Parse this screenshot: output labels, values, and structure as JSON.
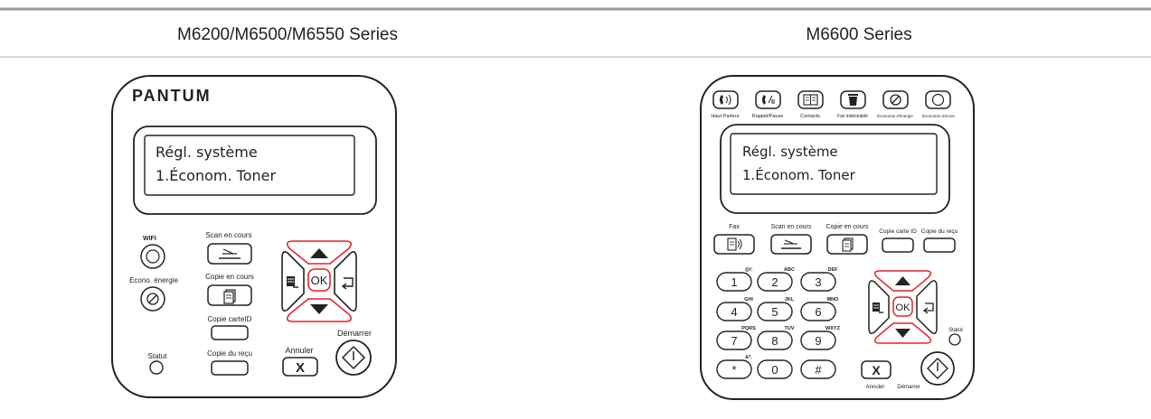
{
  "columns": [
    {
      "title": "M6200/M6500/M6550 Series"
    },
    {
      "title": "M6600 Series"
    }
  ],
  "left_panel": {
    "logo": "PANTUM",
    "lcd": {
      "line1": "Régl. système",
      "line2": "1.Économ. Toner"
    },
    "labels": {
      "wifi": "WIFI",
      "scan": "Scan en cours",
      "econo": "Econo. énergie",
      "copy": "Copie en cours",
      "id_copy": "Copie carteID",
      "receipt_copy": "Copie du reçu",
      "status": "Statut",
      "cancel": "Annuler",
      "start": "Démarrer",
      "ok": "OK",
      "cancel_glyph": "X"
    }
  },
  "right_panel": {
    "top_labels": [
      "Haut-Parleur",
      "Rappel/Pause",
      "Contacts",
      "Fax indésirable",
      "Économie d'énergie",
      "Économie d'encre"
    ],
    "lcd": {
      "line1": "Régl. système",
      "line2": "1.Économ. Toner"
    },
    "labels": {
      "fax": "Fax",
      "scan": "Scan en cours",
      "copy": "Copie en cours",
      "id_copy": "Copie carte ID",
      "receipt_copy": "Copie du reçu",
      "status": "Statut",
      "cancel": "Annuler",
      "start": "Démarrer",
      "ok": "OK",
      "cancel_glyph": "X"
    },
    "keypad": [
      {
        "key": "1",
        "sub": "@/:"
      },
      {
        "key": "2",
        "sub": "ABC"
      },
      {
        "key": "3",
        "sub": "DEF"
      },
      {
        "key": "4",
        "sub": "GHI"
      },
      {
        "key": "5",
        "sub": "JKL"
      },
      {
        "key": "6",
        "sub": "MNO"
      },
      {
        "key": "7",
        "sub": "PQRS"
      },
      {
        "key": "8",
        "sub": "TUV"
      },
      {
        "key": "9",
        "sub": "WXYZ"
      },
      {
        "key": "*",
        "sub": "&*,"
      },
      {
        "key": "0",
        "sub": ""
      },
      {
        "key": "#",
        "sub": ""
      }
    ]
  },
  "colors": {
    "accent_red": "#e8202a",
    "outline": "#222222",
    "rule": "#b0b0b0",
    "header_rule": "#999999"
  }
}
